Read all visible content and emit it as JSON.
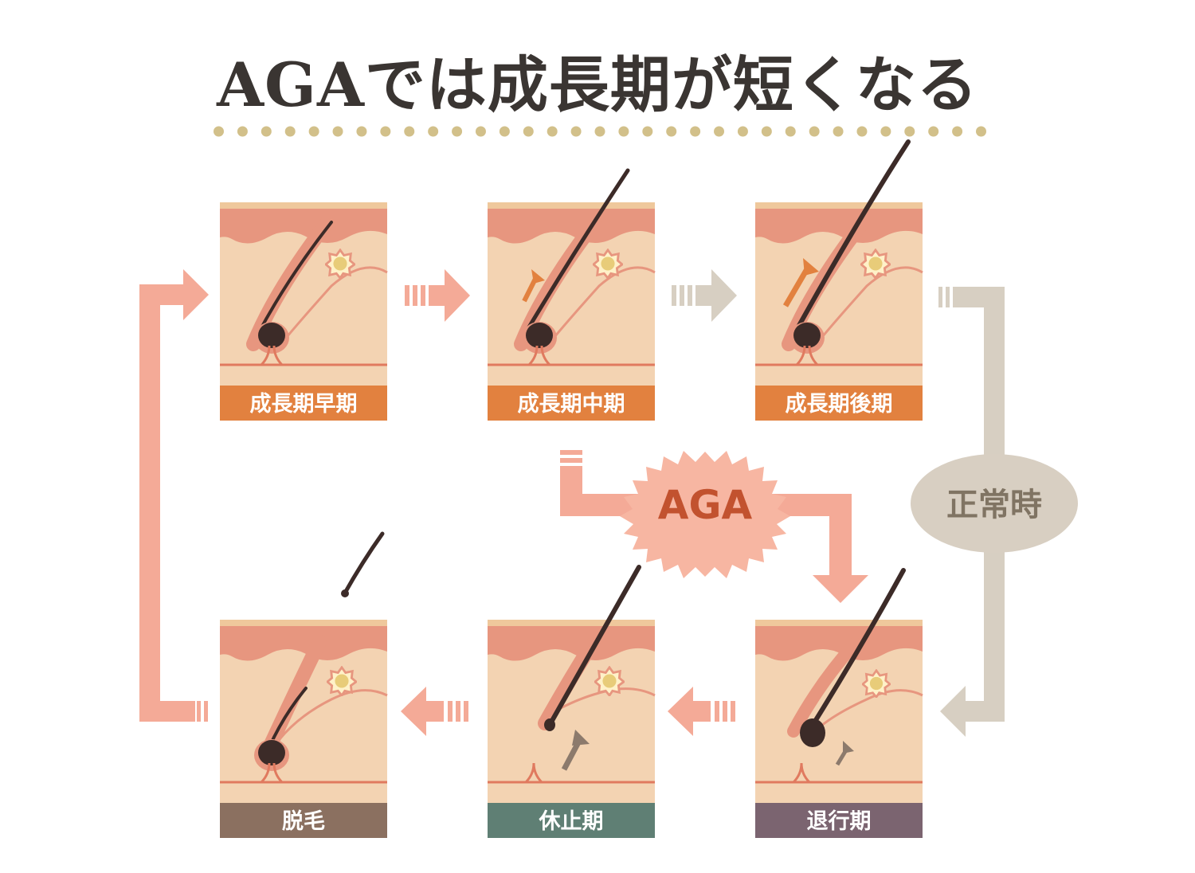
{
  "title": "AGAでは成長期が短くなる",
  "stages": [
    {
      "label": "成長期早期",
      "color": "#e2813f"
    },
    {
      "label": "成長期中期",
      "color": "#e2813f"
    },
    {
      "label": "成長期後期",
      "color": "#e2813f"
    },
    {
      "label": "退行期",
      "color": "#7b6470"
    },
    {
      "label": "休止期",
      "color": "#5f7f74"
    },
    {
      "label": "脱毛",
      "color": "#8b7060"
    }
  ],
  "aga_badge": {
    "label": "AGA",
    "text_color": "#c2522f",
    "fill": "#f7b6a2"
  },
  "normal_badge": {
    "label": "正常時",
    "text_color": "#807463",
    "fill": "#d8cfc2"
  },
  "colors": {
    "cycle_arrow": "#f4aa97",
    "normal_arrow": "#d7cfc2",
    "title_dots": "#d2c08a",
    "skin_light": "#f3d3b2",
    "skin_band": "#e7967f",
    "skin_top": "#efc89c",
    "hair": "#3c2b28",
    "growth_arrow": "#e2813f",
    "rest_arrow": "#8c7a6c"
  }
}
